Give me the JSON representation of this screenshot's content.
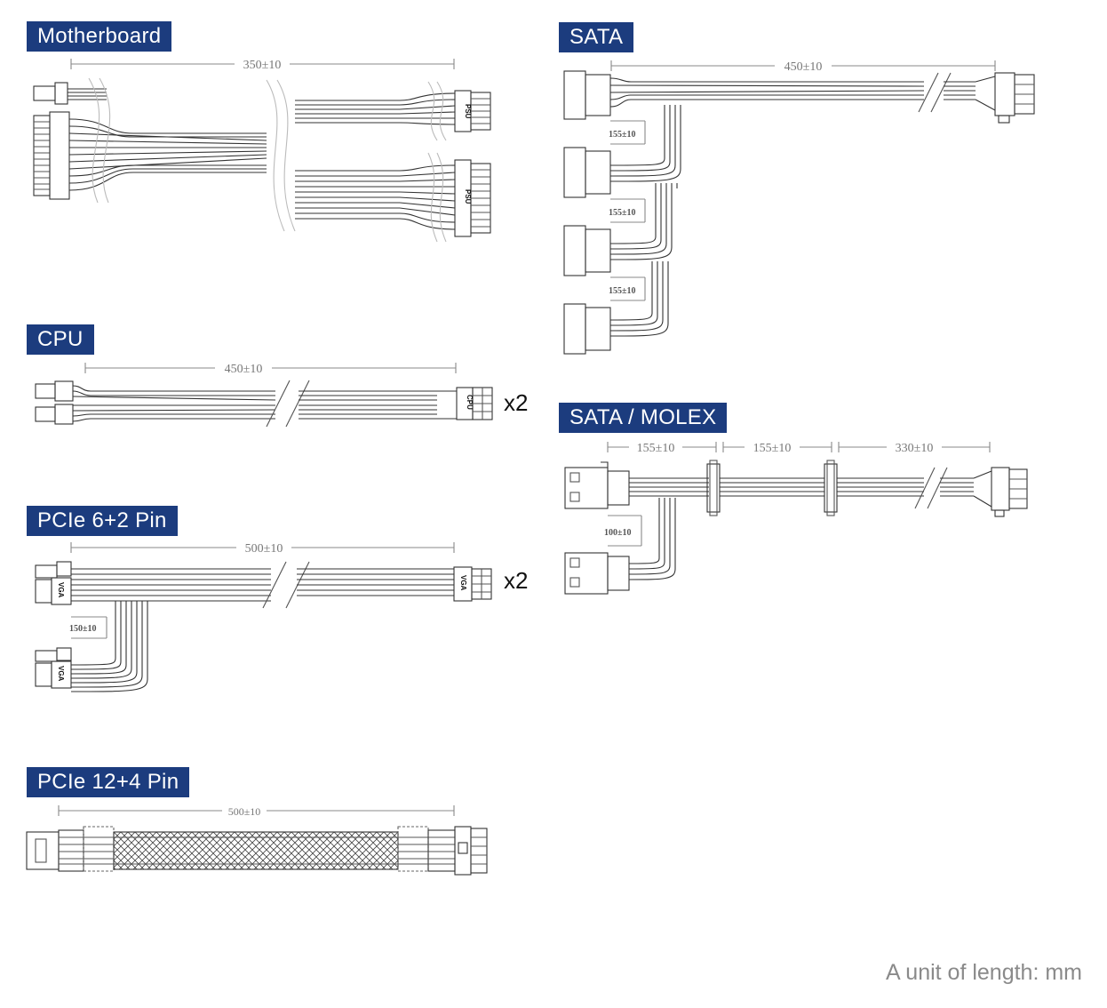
{
  "sections": {
    "motherboard": {
      "title": "Motherboard",
      "length": "350±10",
      "connector": "PSU"
    },
    "cpu": {
      "title": "CPU",
      "length": "450±10",
      "connector": "CPU",
      "count": "x2"
    },
    "pcie62": {
      "title": "PCIe 6+2 Pin",
      "length": "500±10",
      "sub_length": "150±10",
      "connector": "VGA",
      "count": "x2"
    },
    "pcie124": {
      "title": "PCIe 12+4 Pin",
      "length": "500±10"
    },
    "sata": {
      "title": "SATA",
      "length": "450±10",
      "spacing": [
        "155±10",
        "155±10",
        "155±10"
      ]
    },
    "sata_molex": {
      "title": "SATA / MOLEX",
      "lengths": [
        "155±10",
        "155±10",
        "330±10"
      ],
      "sub_length": "100±10"
    }
  },
  "footer": "A unit of length: mm"
}
